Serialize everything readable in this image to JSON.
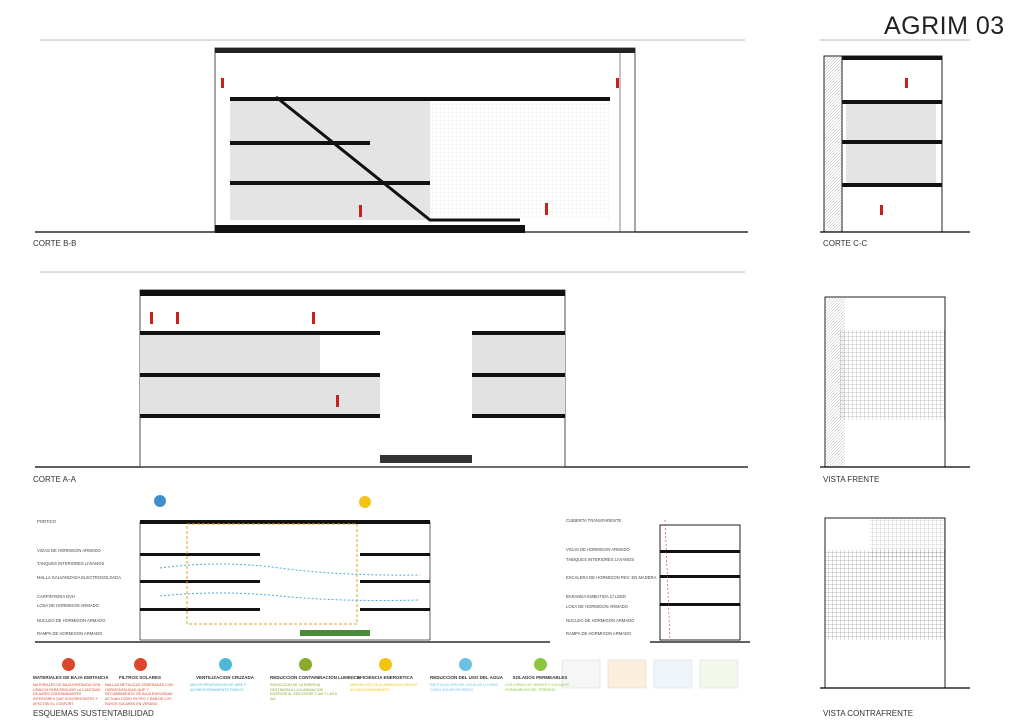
{
  "sheet_title": "AGRIM 03",
  "drawings": {
    "corte_bb": "CORTE B-B",
    "corte_cc": "CORTE C-C",
    "corte_aa": "CORTE A-A",
    "vista_frente": "VISTA FRENTE",
    "vista_contrafrente": "VISTA CONTRAFRENTE",
    "esquemas": "ESQUEMAS SUSTENTABILIDAD"
  },
  "section_notes_left": [
    "PORTICO",
    "VIGAS DE HORMIGON ARMADO",
    "TANQUES INTERIORES LIVIANOS",
    "MALLA GALVANIZADA ELECTROSOLDADA",
    "CARPINTERIA DVH",
    "LOSA DE HORMIGON ARMADO",
    "NUCLEO DE HORMIGON ARMADO",
    "RAMPA DE HORMIGON ARMADO"
  ],
  "section_notes_right": [
    "CUBIERTA TRANSPARENTE",
    "VIGAS DE HORMIGON ARMADO",
    "TABIQUES INTERIORES LIVIANOS",
    "ESCALERA DE HORMIGON REV. EN MADERA",
    "BARANDA EMBUTIDA C/ LEED",
    "LOSA DE HORMIGON ARMADO",
    "NUCLEO DE HORMIGON ARMADO",
    "RAMPA DE HORMIGON ARMADO"
  ],
  "legend": [
    {
      "name": "MATERIALES DE BAJA EMITANCIA",
      "desc": "MATERIALES DE BAJA EMITANCIA SON USADOS PARA REDUCIR LA CANTIDAD DE AIRES CONTAMINANTES INTERIORES QUE SON IRRITANTES Y AFECTAN EL CONFORT",
      "color": "#d9482b"
    },
    {
      "name": "FILTROS SOLARES",
      "desc": "MALLAS METALICAS ORDENADAS CON HORIZONTALIDAD QUE Y RECUBRIMIENTO DE BAJA EMISIVIDAD ACTUAN COMO FILTRO Y DAN DE LOS RAYOS SOLARES EN VERANO",
      "color": "#d9482b"
    },
    {
      "name": "VENTILIZACION CRUZADA",
      "desc": "MAYOR RENOVACION DE AIRE Y ACONDICIONAMIENTO PASIVO",
      "color": "#4fb8d8"
    },
    {
      "name": "REDUCCION CONTAMINACION LUMINICA",
      "desc": "REDUCCION DE LA ENERGIA DESTINADA A LA ILUMINACION INTERIOR AL SER ENTRE 1 AM Y LAS 6 AM",
      "color": "#8aab2c"
    },
    {
      "name": "EFICIENCIA ENERGETICA",
      "desc": "MENOR USO DE ILUMINACION MENOR ACONDICIONAMIENTO",
      "color": "#f2c515"
    },
    {
      "name": "REDUCCION DEL USO DEL AGUA",
      "desc": "REUTILIZACION DEL AGUA DE LLUVIAS COMO AGUAS DE RIEGO",
      "color": "#6ec0e0"
    },
    {
      "name": "SOLADOS PERMEABLES",
      "desc": "LOS ESPACIOS VERDES Y SOLADOS PERMEABLES DEL TERRENO",
      "color": "#8cc63f"
    }
  ]
}
